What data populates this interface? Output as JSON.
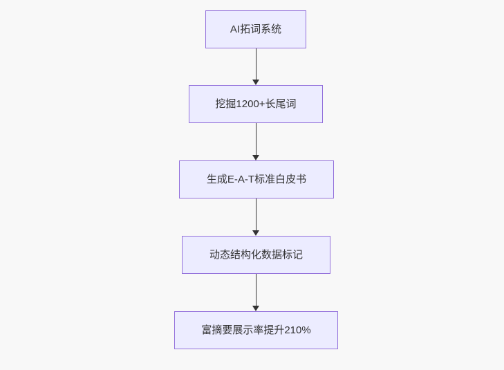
{
  "diagram": {
    "type": "flowchart",
    "direction": "top-down",
    "nodes": [
      {
        "label": "AI拓词系统"
      },
      {
        "label": "挖掘1200+长尾词"
      },
      {
        "label": "生成E-A-T标准白皮书"
      },
      {
        "label": "动态结构化数据标记"
      },
      {
        "label": "富摘要展示率提升210%"
      }
    ],
    "edges": [
      {
        "from": "AI拓词系统",
        "to": "挖掘1200+长尾词"
      },
      {
        "from": "挖掘1200+长尾词",
        "to": "生成E-A-T标准白皮书"
      },
      {
        "from": "生成E-A-T标准白皮书",
        "to": "动态结构化数据标记"
      },
      {
        "from": "动态结构化数据标记",
        "to": "富摘要展示率提升210%"
      }
    ],
    "colors": {
      "background": "#f8f8f8",
      "node_fill": "#ececff",
      "node_border": "#9370db",
      "node_text": "#333333",
      "edge": "#333333"
    }
  }
}
